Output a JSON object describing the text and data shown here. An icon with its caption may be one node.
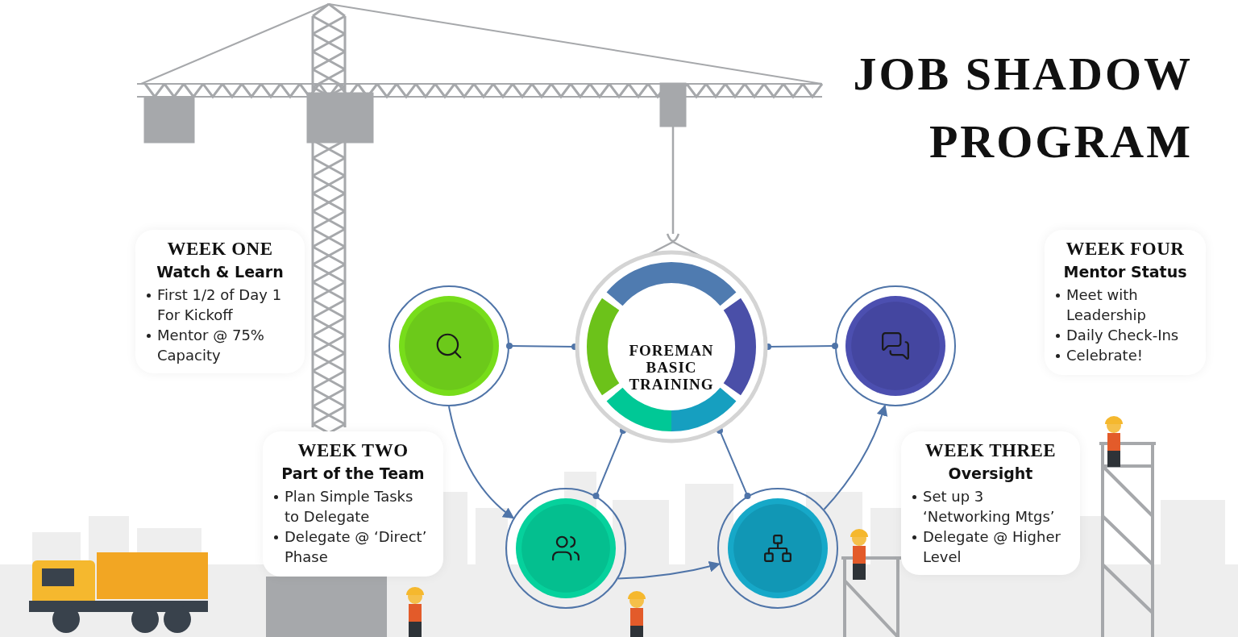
{
  "diagram": {
    "title": "JOB SHADOW PROGRAM",
    "nodes": [
      {
        "text": [
          "WEEK ONE",
          "Watch & Learn",
          "First 1/2 of Day 1 For Kickoff",
          "Mentor @ 75% Capacity"
        ]
      },
      {
        "text": [],
        "shape": "circle"
      },
      {
        "text": [
          "FOREMAN BASIC TRAINING"
        ]
      },
      {
        "text": [],
        "shape": "circle"
      },
      {
        "text": [
          "WEEK FOUR",
          "Mentor Status",
          "Meet with Leadership",
          "Daily Check-Ins",
          "Celebrate!"
        ]
      },
      {
        "text": [
          "WEEK TWO",
          "Part of the Team",
          "Plan Simple Tasks to Delegate",
          "Delegate @ ‘Direct’ Phase"
        ]
      },
      {
        "text": [],
        "shape": "circle"
      },
      {
        "text": [],
        "shape": "circle"
      },
      {
        "text": [
          "WEEK THREE",
          "Oversight",
          "Set up 3 ‘Networking Mtgs’",
          "Delegate @ Higher Level"
        ]
      }
    ],
    "edges": [
      {
        "from": 2,
        "to": 1,
        "arrow": "other"
      },
      {
        "from": 2,
        "to": 3,
        "arrow": "other"
      },
      {
        "from": 2,
        "to": 6,
        "arrow": "other"
      },
      {
        "from": 2,
        "to": 7,
        "arrow": "other"
      },
      {
        "from": 1,
        "to": 6,
        "arrow": "to"
      },
      {
        "from": 6,
        "to": 7,
        "arrow": "to"
      },
      {
        "from": 7,
        "to": 3,
        "arrow": "to"
      }
    ]
  }
}
